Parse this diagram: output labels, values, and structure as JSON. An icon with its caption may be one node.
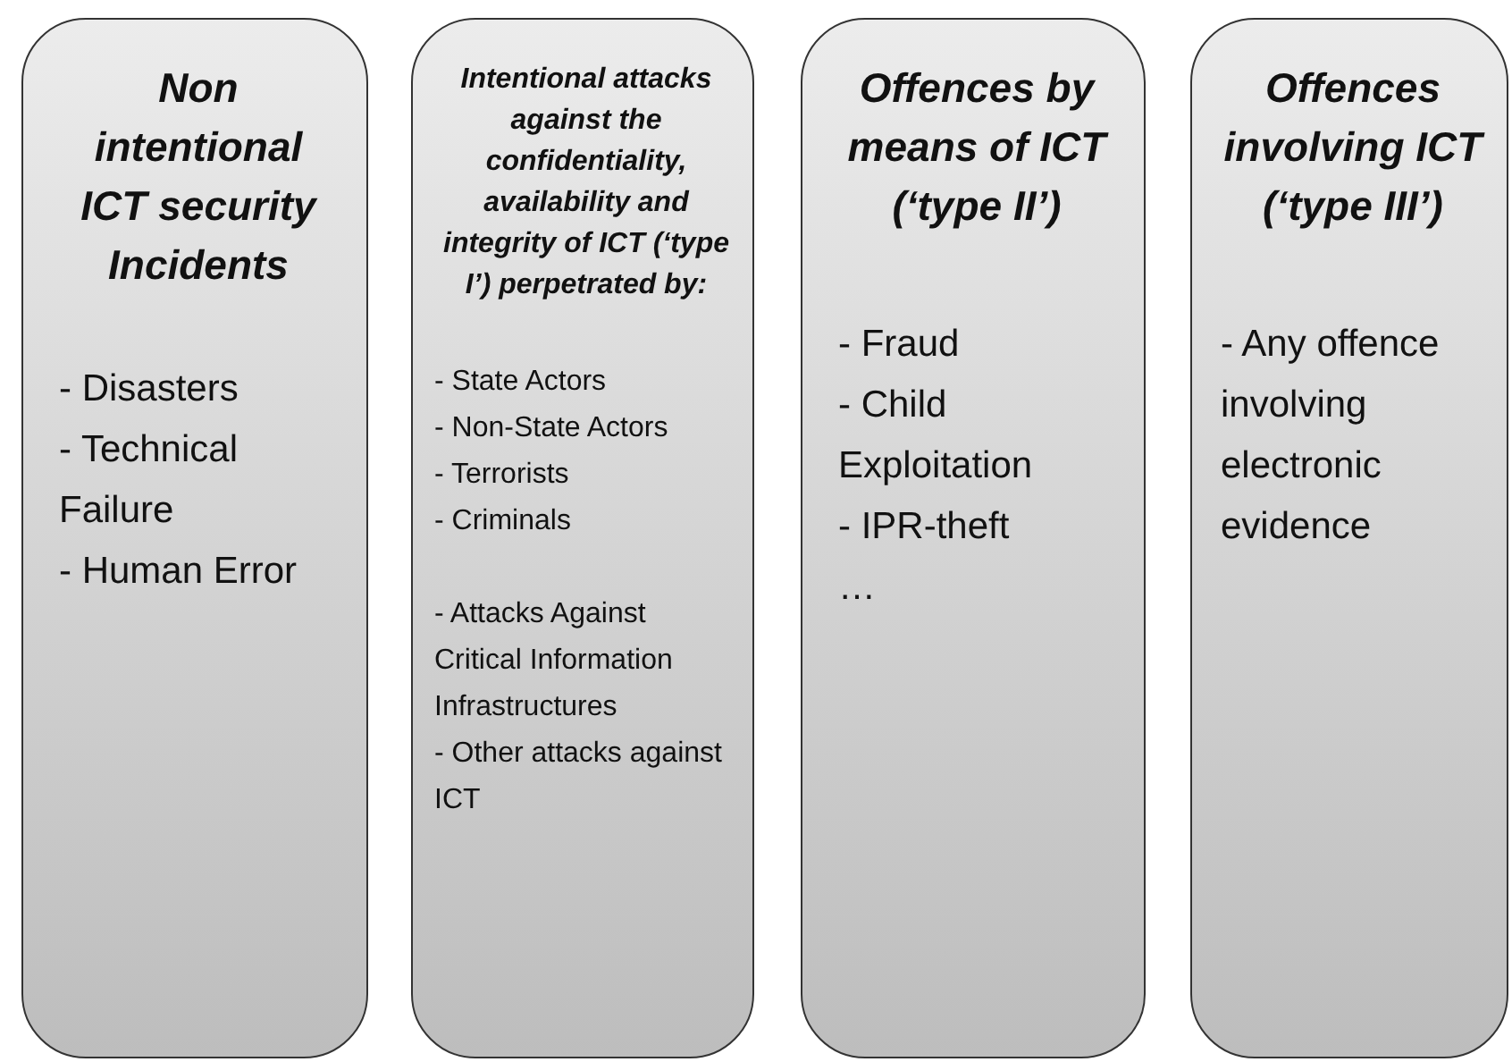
{
  "diagram": {
    "nodes": [
      {
        "text": [
          "Non intentional ICT security Incidents",
          "- Disasters",
          "- Technical Failure",
          "- Human Error"
        ]
      },
      {
        "text": [
          "Intentional attacks against the confidentiality, availability and integrity of ICT (‘type I’) perpetrated by:",
          "- State Actors",
          "- Non-State Actors",
          "- Terrorists",
          "- Criminals",
          "- Attacks Against Critical Information Infrastructures",
          "- Other attacks against ICT"
        ]
      },
      {
        "text": [
          "Offences by means of ICT (‘type II’)",
          "- Fraud",
          "- Child Exploitation",
          "- IPR-theft",
          "…"
        ]
      },
      {
        "text": [
          "Offences involving ICT (‘type III’)",
          "- Any offence involving electronic evidence"
        ]
      }
    ]
  }
}
